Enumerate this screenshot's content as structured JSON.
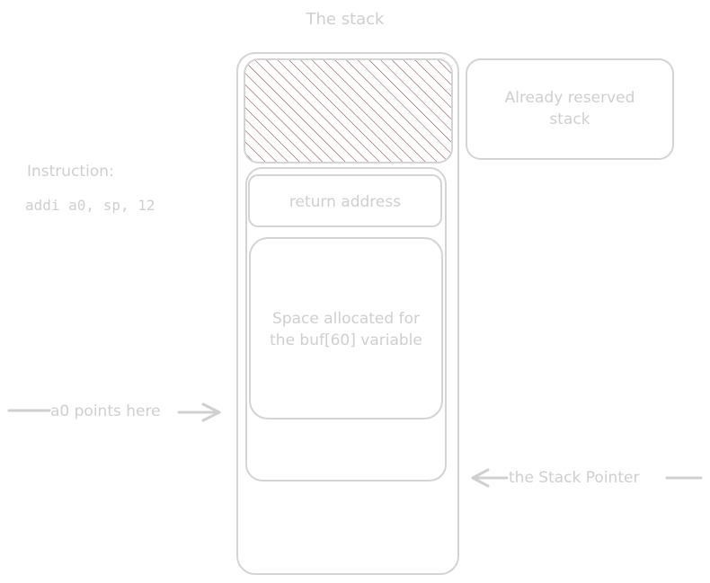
{
  "title": "The stack",
  "reserved_label_line1": "Already reserved",
  "reserved_label_line2": "stack",
  "instruction_label": "Instruction:",
  "instruction_code": "addi a0, sp, 12",
  "return_address": "return address",
  "buf_line1": "Space allocated for",
  "buf_line2": "the buf[60] variable",
  "a0_label": "a0 points here",
  "sp_label": "the Stack Pointer",
  "colors": {
    "stroke": "#d4d4d4",
    "text": "#cfcfcf",
    "hatch": "#7a3a3a"
  }
}
